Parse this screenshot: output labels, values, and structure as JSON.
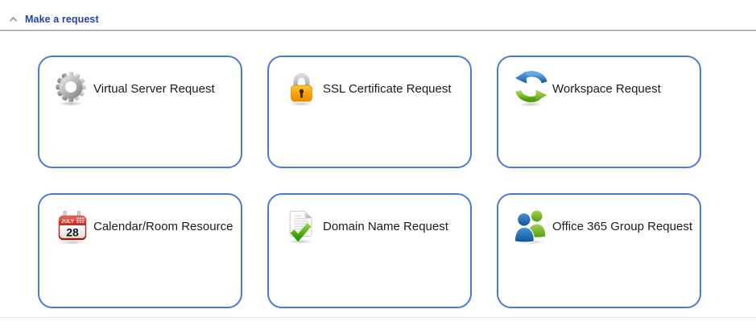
{
  "header": {
    "title": "Make a request",
    "collapse_icon": "chevron-up"
  },
  "colors": {
    "card_border": "#4b79d6",
    "header_text": "#2344a6",
    "label_text": "#1b1b1b"
  },
  "cards": [
    {
      "label": "Virtual Server Request",
      "icon": "gear-icon"
    },
    {
      "label": "SSL Certificate Request",
      "icon": "padlock-icon"
    },
    {
      "label": "Workspace Request",
      "icon": "sync-arrows-icon"
    },
    {
      "label": "Calendar/Room Resource",
      "icon": "calendar-icon",
      "calendar_month": "JULY",
      "calendar_day": "28"
    },
    {
      "label": "Domain Name Request",
      "icon": "document-check-icon"
    },
    {
      "label": "Office 365 Group Request",
      "icon": "people-icon"
    }
  ]
}
